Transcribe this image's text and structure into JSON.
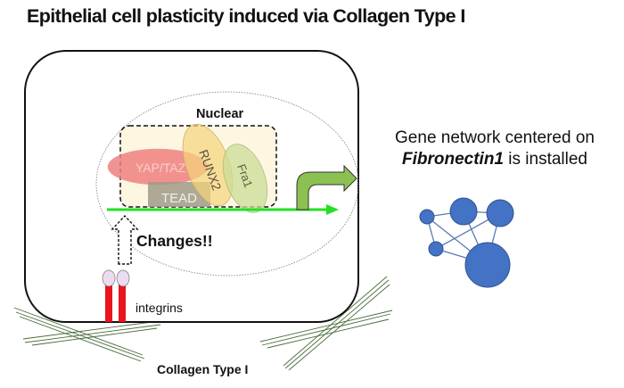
{
  "title": "Epithelial cell plasticity induced via Collagen Type I",
  "cell": {
    "nucleus_label": "Nuclear",
    "factors": {
      "yap_taz": "YAP/TAZ",
      "tead": "TEAD",
      "runx2": "RUNX2",
      "fra1": "Fra1"
    },
    "changes_label": "Changes!!",
    "integrins_label": "integrins"
  },
  "collagen_label": "Collagen Type I",
  "network": {
    "line1": "Gene network centered on",
    "gene": "Fibronectin1",
    "line2_suffix": " is installed"
  },
  "colors": {
    "yap_taz": "#f08080",
    "tead": "#a09a88",
    "runx2": "#f5d67a",
    "fra1": "#c9dc96",
    "transcription_arrow": "#22e022",
    "gene_arrow": "#8cc152",
    "integrin_stalk": "#e8141e",
    "integrin_head": "#ecdcef",
    "collagen": "#4a6b3a",
    "network_node": "#4472c4"
  }
}
